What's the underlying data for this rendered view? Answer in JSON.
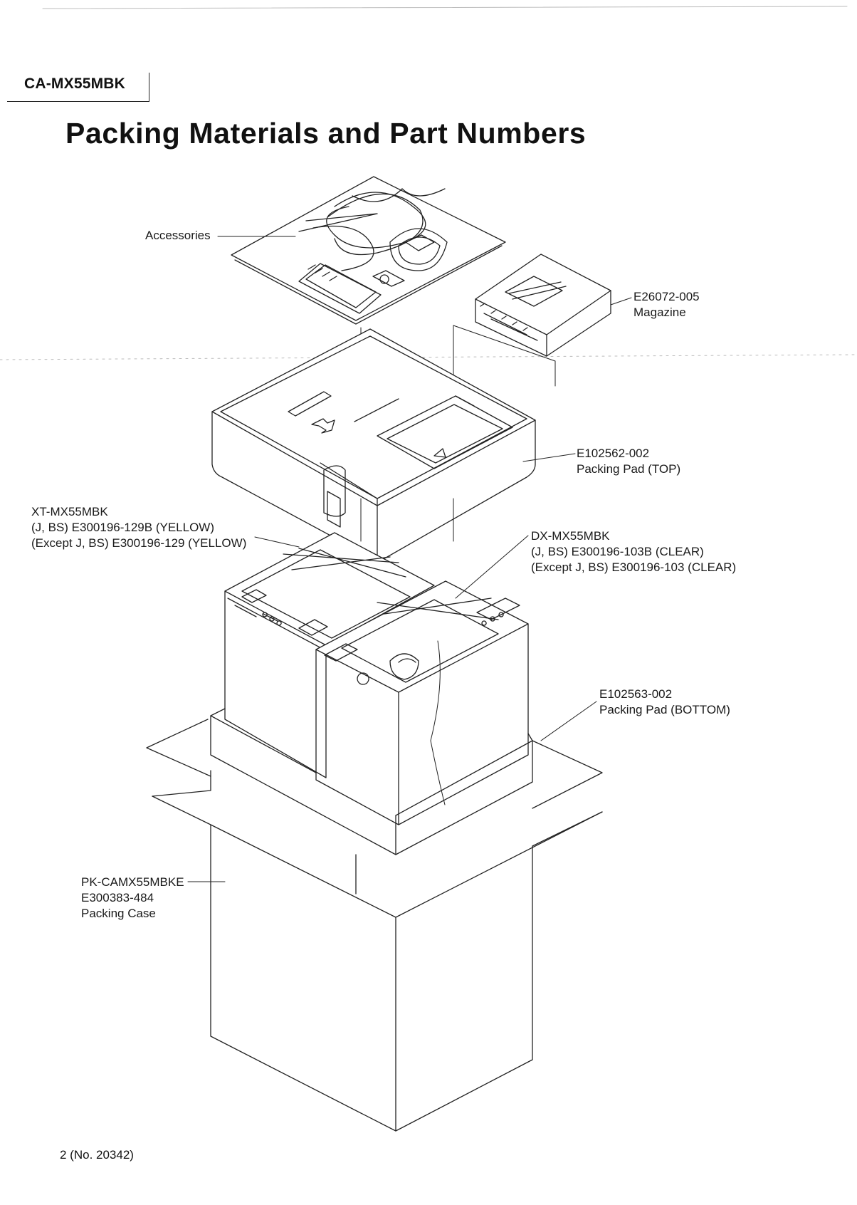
{
  "header": {
    "model_code": "CA-MX55MBK",
    "title": "Packing Materials and Part Numbers"
  },
  "labels": {
    "accessories": "Accessories",
    "magazine": {
      "part_no": "E26072-005",
      "name": "Magazine"
    },
    "pad_top": {
      "part_no": "E102562-002",
      "name": "Packing Pad (TOP)"
    },
    "xt_unit": {
      "model": "XT-MX55MBK",
      "line1": "(J, BS) E300196-129B (YELLOW)",
      "line2": "(Except J, BS) E300196-129 (YELLOW)"
    },
    "dx_unit": {
      "model": "DX-MX55MBK",
      "line1": "(J, BS) E300196-103B (CLEAR)",
      "line2": "(Except J, BS) E300196-103 (CLEAR)"
    },
    "pad_bottom": {
      "part_no": "E102563-002",
      "name": "Packing Pad (BOTTOM)"
    },
    "packing_case": {
      "model": "PK-CAMX55MBKE",
      "part_no": "E300383-484",
      "name": "Packing Case"
    }
  },
  "footer": {
    "page": "2 (No. 20342)"
  },
  "colors": {
    "ink": "#111111",
    "paper": "#ffffff"
  },
  "illustration": "exploded-packing-diagram"
}
